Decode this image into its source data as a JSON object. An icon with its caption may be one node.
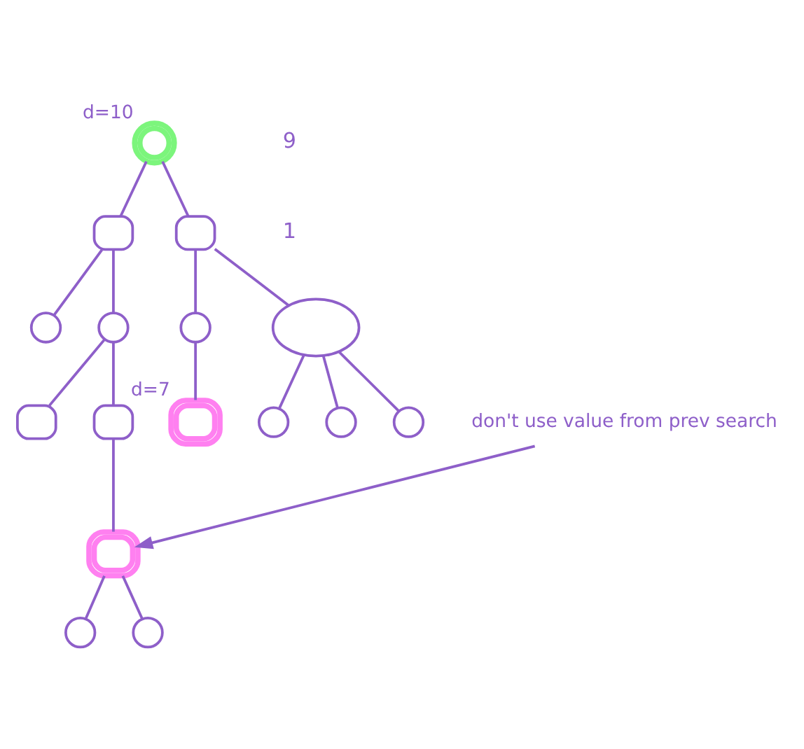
{
  "diagram": {
    "nodes": [
      {
        "text": [],
        "shape": "circle",
        "beside": [
          "d=10"
        ]
      },
      {
        "text": [],
        "shape": "box"
      },
      {
        "text": [],
        "shape": "box"
      },
      {
        "text": [],
        "shape": "circle"
      },
      {
        "text": [],
        "shape": "circle"
      },
      {
        "text": [],
        "shape": "circle"
      },
      {
        "text": [],
        "shape": "box"
      },
      {
        "text": [],
        "shape": "box"
      },
      {
        "text": [],
        "shape": "box",
        "beside": [
          "d=7"
        ]
      },
      {
        "text": [
          "don't use value from prev search"
        ]
      },
      {
        "text": [],
        "shape": "circle"
      },
      {
        "text": [],
        "shape": "box"
      },
      {
        "text": [],
        "shape": "circle"
      },
      {
        "text": [],
        "shape": "circle"
      },
      {
        "text": [],
        "shape": "circle"
      },
      {
        "text": [],
        "shape": "circle"
      },
      {
        "text": [],
        "shape": "circle"
      }
    ],
    "edges": [
      {
        "from": 0,
        "to": 1,
        "arrow": "none"
      },
      {
        "from": 0,
        "to": 2,
        "arrow": "none"
      },
      {
        "from": 1,
        "to": 3,
        "arrow": "none"
      },
      {
        "from": 1,
        "to": 4,
        "arrow": "none"
      },
      {
        "from": 2,
        "to": 5,
        "arrow": "none"
      },
      {
        "from": 4,
        "to": 6,
        "arrow": "none"
      },
      {
        "from": 4,
        "to": 7,
        "arrow": "none"
      },
      {
        "from": 5,
        "to": 8,
        "arrow": "none"
      },
      {
        "from": 2,
        "to": 10,
        "arrow": "none"
      },
      {
        "from": 7,
        "to": 11,
        "arrow": "none"
      },
      {
        "from": 9,
        "to": 11,
        "arrow": "to"
      },
      {
        "from": 11,
        "to": 12,
        "arrow": "none"
      },
      {
        "from": 11,
        "to": 13,
        "arrow": "none"
      },
      {
        "from": 10,
        "to": 14,
        "arrow": "none"
      },
      {
        "from": 10,
        "to": 15,
        "arrow": "none"
      },
      {
        "from": 10,
        "to": 16,
        "arrow": "none"
      }
    ],
    "labels": [
      "9",
      "1"
    ]
  }
}
